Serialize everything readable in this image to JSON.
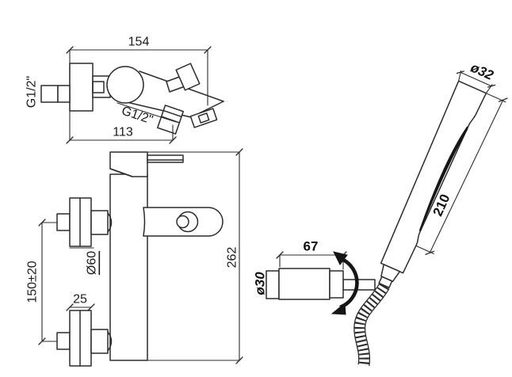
{
  "drawing_title": "bath-shower-mixer-technical-drawing",
  "colors": {
    "line": "#2b2b2b",
    "background": "#ffffff",
    "annotation": "#111111"
  },
  "labels": {
    "top_view": {
      "overall_width": "154",
      "spout_reach": "113",
      "inlet_thread": "G1/2\"",
      "outlet_thread": "G1/2\""
    },
    "front_view": {
      "overall_height": "262",
      "inlet_spacing": "150±20",
      "escutcheon_diameter": "Ø60",
      "escutcheon_depth": "25"
    },
    "holder": {
      "length": "67",
      "diameter": "ø30"
    },
    "handshower": {
      "head_diameter": "ø32",
      "length": "210"
    }
  }
}
